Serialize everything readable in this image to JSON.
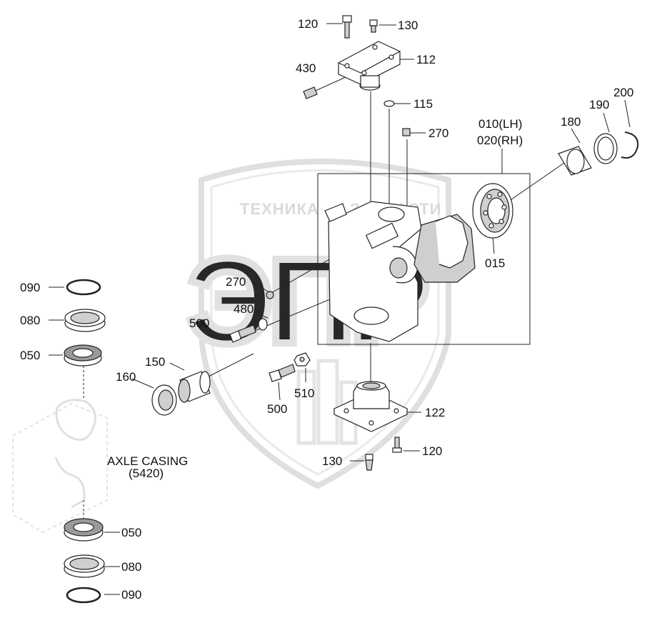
{
  "watermark": {
    "brand_text": "ТЕХНИКА",
    "brand_text_2": "ЗАПЧАСТИ",
    "logo_letters": "ЭПР"
  },
  "labels": {
    "l120_top": "120",
    "l130_top": "130",
    "l112": "112",
    "l430": "430",
    "l115": "115",
    "l270_top": "270",
    "l010": "010(LH)",
    "l020": "020(RH)",
    "l180": "180",
    "l190": "190",
    "l200": "200",
    "l015": "015",
    "l270_mid": "270",
    "l480": "480",
    "l500_mid": "500",
    "l150": "150",
    "l160": "160",
    "l510": "510",
    "l500_low": "500",
    "l122": "122",
    "l130_low": "130",
    "l120_low": "120",
    "l090_top": "090",
    "l080_top": "080",
    "l050_top": "050",
    "axle_name": "AXLE CASING",
    "axle_code": "(5420)",
    "l050_bot": "050",
    "l080_bot": "080",
    "l090_bot": "090"
  }
}
